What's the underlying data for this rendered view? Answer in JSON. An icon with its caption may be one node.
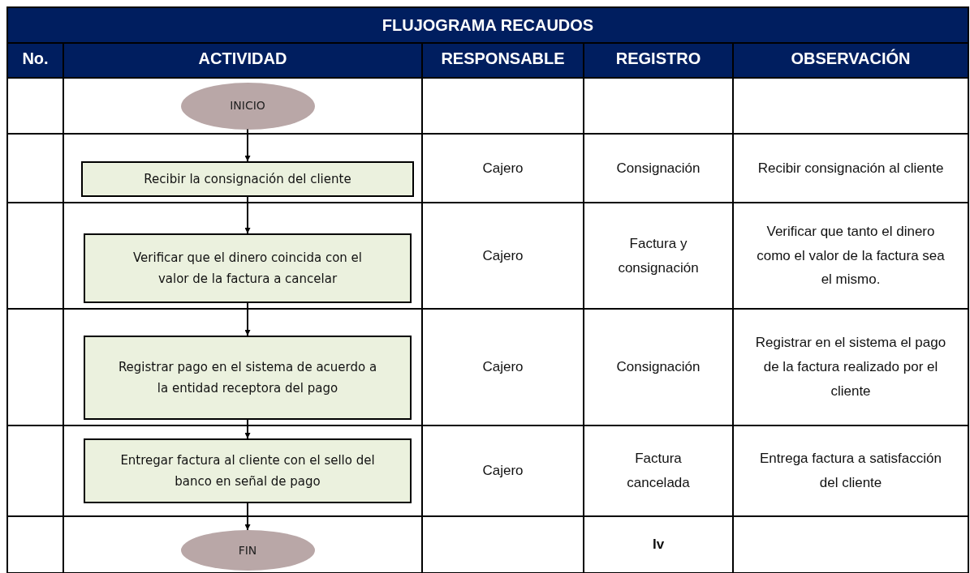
{
  "diagram": {
    "title": "FLUJOGRAMA RECAUDOS",
    "nodes": [
      {
        "text": [
          "INICIO"
        ]
      },
      {
        "text": [
          "Recibir la consignación del cliente"
        ]
      },
      {
        "text": [
          "Verificar que el dinero coincida con el valor de la factura a cancelar"
        ]
      },
      {
        "text": [
          "Registrar pago en el sistema de acuerdo a la entidad receptora del pago"
        ]
      },
      {
        "text": [
          "Entregar factura al cliente con el sello del banco en señal de pago"
        ]
      },
      {
        "text": [
          "FIN"
        ]
      }
    ],
    "edges": [
      {
        "from": 0,
        "to": 1,
        "arrow": "to"
      },
      {
        "from": 1,
        "to": 2,
        "arrow": "to"
      },
      {
        "from": 2,
        "to": 3,
        "arrow": "to"
      },
      {
        "from": 3,
        "to": 4,
        "arrow": "to"
      },
      {
        "from": 4,
        "to": 5,
        "arrow": "to"
      }
    ],
    "labels": [
      "No.",
      "ACTIVIDAD",
      "RESPONSABLE",
      "REGISTRO",
      "OBSERVACIÓN",
      "Cajero",
      "Consignación",
      "Recibir consignación al cliente",
      "Cajero",
      "Factura y consignación",
      "Verificar que tanto el dinero como el valor de la factura sea el mismo.",
      "Cajero",
      "Consignación",
      "Registrar en el sistema el pago de la factura realizado por el cliente",
      "Cajero",
      "Factura cancelada",
      "Entrega factura a satisfacción del cliente",
      "Iv"
    ]
  }
}
